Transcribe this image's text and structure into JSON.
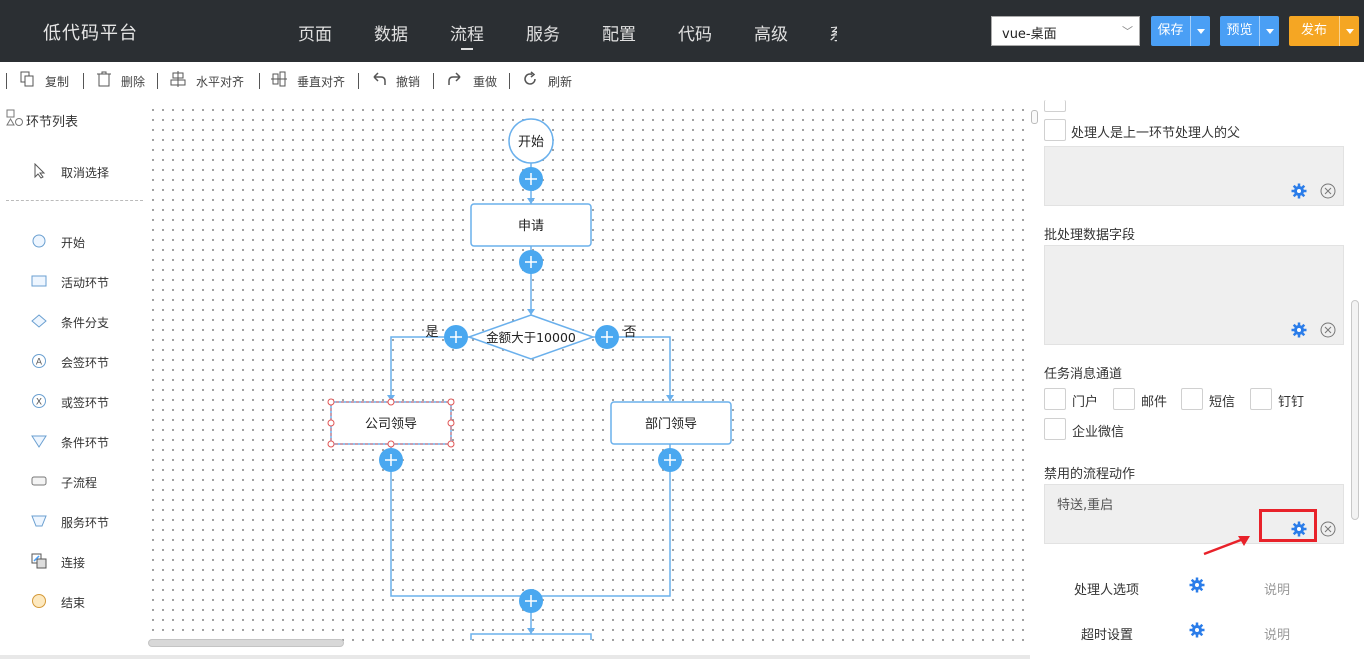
{
  "header": {
    "brand": "低代码平台",
    "nav": [
      "页面",
      "数据",
      "流程",
      "服务",
      "配置",
      "代码",
      "高级",
      "系"
    ],
    "active_nav": "流程",
    "platform_select": "vue-桌面",
    "save_label": "保存",
    "preview_label": "预览",
    "publish_label": "发布",
    "colors": {
      "bar": "#2b2f33",
      "save": "#4a9ff5",
      "preview": "#4a9ff5",
      "publish": "#f5a623"
    }
  },
  "toolbar": {
    "copy": "复制",
    "delete": "删除",
    "align_h": "水平对齐",
    "align_v": "垂直对齐",
    "undo": "撤销",
    "redo": "重做",
    "refresh": "刷新"
  },
  "palette": {
    "title": "环节列表",
    "deselect": "取消选择",
    "items": [
      {
        "label": "开始",
        "icon": "circle-icon"
      },
      {
        "label": "活动环节",
        "icon": "rectangle-icon"
      },
      {
        "label": "条件分支",
        "icon": "diamond-icon"
      },
      {
        "label": "会签环节",
        "icon": "circle-a-icon"
      },
      {
        "label": "或签环节",
        "icon": "circle-x-icon"
      },
      {
        "label": "条件环节",
        "icon": "triangle-icon"
      },
      {
        "label": "子流程",
        "icon": "rounded-rect-icon"
      },
      {
        "label": "服务环节",
        "icon": "trapezoid-icon"
      },
      {
        "label": "连接",
        "icon": "connect-icon"
      },
      {
        "label": "结束",
        "icon": "end-circle-icon"
      }
    ]
  },
  "flow": {
    "start": "开始",
    "apply": "申请",
    "condition": "金额大于10000",
    "yes": "是",
    "no": "否",
    "company_leader": "公司领导",
    "dept_leader": "部门领导",
    "accent": "#4aa8f0"
  },
  "panel": {
    "parent_checkbox": "处理人是上一环节处理人的父",
    "batch_field_label": "批处理数据字段",
    "channel_label": "任务消息通道",
    "channels": [
      "门户",
      "邮件",
      "短信",
      "钉钉",
      "企业微信"
    ],
    "disabled_actions_label": "禁用的流程动作",
    "disabled_actions_value": "特送,重启",
    "handler_options": "处理人选项",
    "timeout_settings": "超时设置",
    "desc": "说明"
  }
}
